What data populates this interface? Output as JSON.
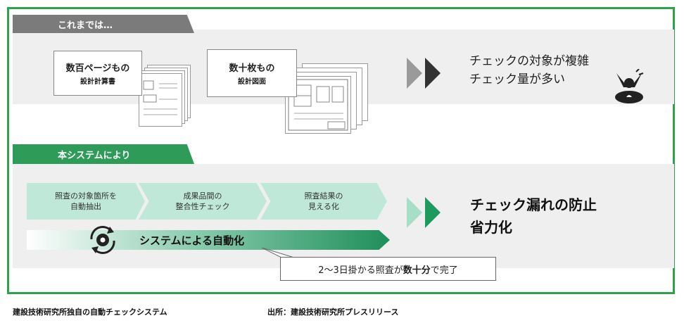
{
  "tabs": {
    "before": "これまでは…",
    "after": "本システムにより"
  },
  "docs": [
    {
      "line1": "数百ページもの",
      "line2": "設計計算書"
    },
    {
      "line1": "数十枚もの",
      "line2": "設計図面"
    }
  ],
  "before_result": {
    "line1": "チェックの対象が複雑",
    "line2": "チェック量が多い"
  },
  "flow_steps": [
    {
      "line1": "照査の対象箇所を",
      "line2": "自動抽出"
    },
    {
      "line1": "成果品間の",
      "line2": "整合性チェック"
    },
    {
      "line1": "照査結果の",
      "line2": "見える化"
    }
  ],
  "automation_label": "システムによる自動化",
  "after_result": {
    "line1": "チェック漏れの防止",
    "line2": "省力化"
  },
  "callout": {
    "pre": "2～3日掛かる照査が",
    "bold": "数十分",
    "post": "で完了"
  },
  "caption": {
    "left": "建設技術研究所独自の自動チェックシステム",
    "right": "出所：建設技術研究所プレスリリース"
  },
  "colors": {
    "frame": "#2ca24a",
    "tab_gray": "#7b7b7b",
    "tab_green": "#2f9b59",
    "flow": "#bfe8d9"
  }
}
